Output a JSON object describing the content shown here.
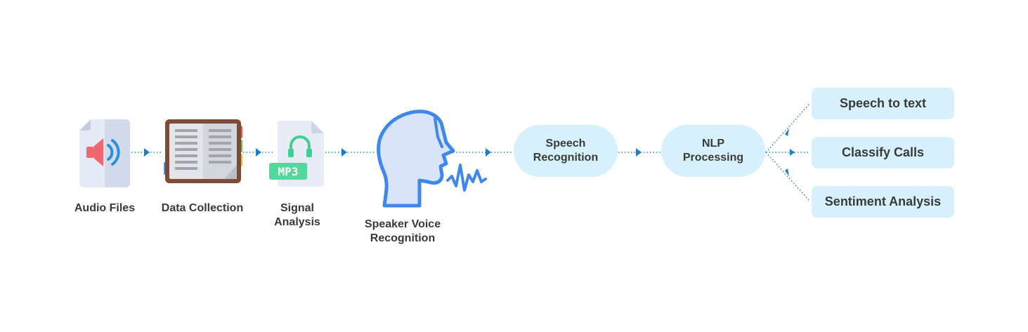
{
  "steps": {
    "audio_files": "Audio Files",
    "data_collection": "Data Collection",
    "signal_analysis": "Signal\nAnalysis",
    "speaker_voice": "Speaker Voice\nRecognition",
    "speech_recognition": "Speech\nRecognition",
    "nlp_processing": "NLP\nProcessing"
  },
  "outputs": {
    "speech_to_text": "Speech to text",
    "classify_calls": "Classify Calls",
    "sentiment_analysis": "Sentiment Analysis"
  },
  "icons": {
    "mp3_badge": "MP3"
  },
  "colors": {
    "connector": "#1a7fd0",
    "pill_fill": "#d6f1fc",
    "text": "#3a3a3a",
    "head_stroke": "#3d87ef",
    "head_fill": "#d9e4fa"
  }
}
